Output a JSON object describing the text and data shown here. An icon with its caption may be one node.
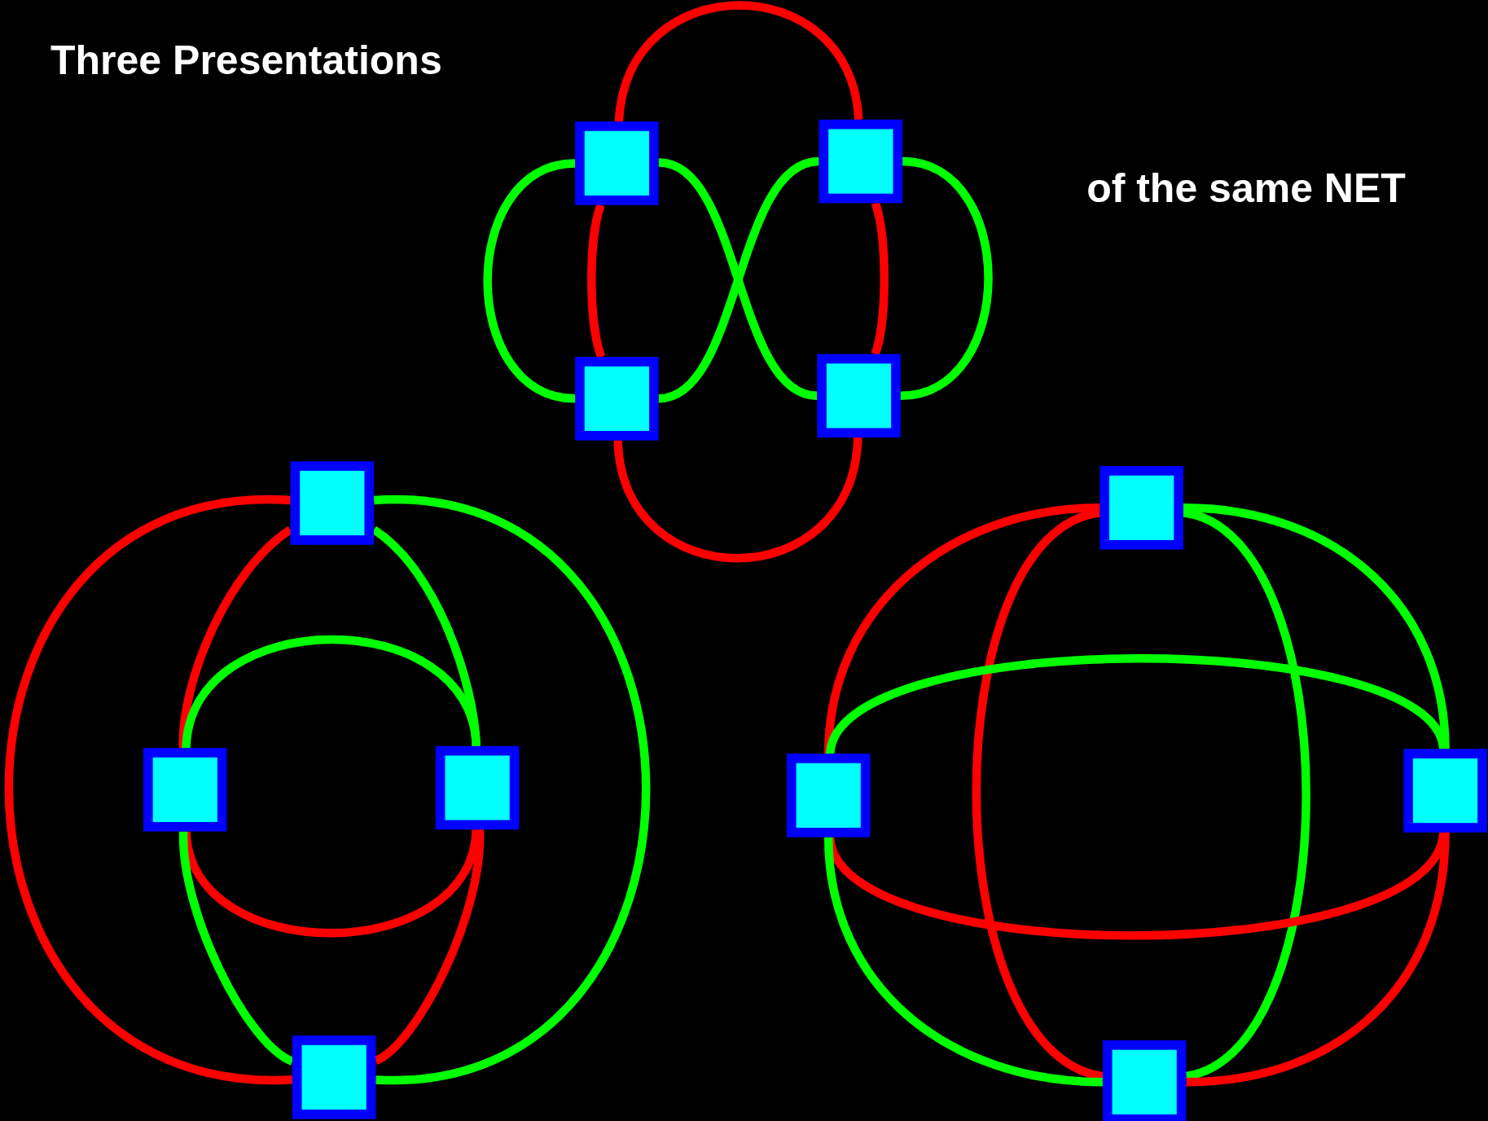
{
  "diagram": {
    "title": "Three Presentations",
    "nodes": [
      {
        "text": [],
        "shape": "box"
      },
      {
        "text": [],
        "shape": "box"
      },
      {
        "text": [],
        "shape": "box"
      },
      {
        "text": [],
        "shape": "box"
      },
      {
        "text": [],
        "shape": "box"
      },
      {
        "text": [],
        "shape": "box"
      },
      {
        "text": [],
        "shape": "box"
      },
      {
        "text": [],
        "shape": "box"
      },
      {
        "text": [],
        "shape": "box"
      },
      {
        "text": [],
        "shape": "box"
      },
      {
        "text": [],
        "shape": "box"
      },
      {
        "text": [],
        "shape": "box"
      }
    ],
    "edges": [
      {
        "from": 0,
        "to": 1,
        "arrow": "none",
        "color": "#ff0000"
      },
      {
        "from": 2,
        "to": 3,
        "arrow": "none",
        "color": "#ff0000"
      },
      {
        "from": 0,
        "to": 2,
        "arrow": "none",
        "color": "#ff0000"
      },
      {
        "from": 0,
        "to": 2,
        "arrow": "none",
        "color": "#00ff00"
      },
      {
        "from": 1,
        "to": 3,
        "arrow": "none",
        "color": "#ff0000"
      },
      {
        "from": 1,
        "to": 3,
        "arrow": "none",
        "color": "#00ff00"
      },
      {
        "from": 0,
        "to": 3,
        "arrow": "none",
        "color": "#00ff00"
      },
      {
        "from": 1,
        "to": 2,
        "arrow": "none",
        "color": "#00ff00"
      },
      {
        "from": 4,
        "to": 7,
        "arrow": "none",
        "color": "#ff0000"
      },
      {
        "from": 4,
        "to": 7,
        "arrow": "none",
        "color": "#00ff00"
      },
      {
        "from": 4,
        "to": 5,
        "arrow": "none",
        "color": "#ff0000"
      },
      {
        "from": 4,
        "to": 6,
        "arrow": "none",
        "color": "#00ff00"
      },
      {
        "from": 5,
        "to": 6,
        "arrow": "none",
        "color": "#00ff00"
      },
      {
        "from": 5,
        "to": 6,
        "arrow": "none",
        "color": "#ff0000"
      },
      {
        "from": 5,
        "to": 7,
        "arrow": "none",
        "color": "#00ff00"
      },
      {
        "from": 6,
        "to": 7,
        "arrow": "none",
        "color": "#ff0000"
      },
      {
        "from": 8,
        "to": 9,
        "arrow": "none",
        "color": "#ff0000"
      },
      {
        "from": 8,
        "to": 10,
        "arrow": "none",
        "color": "#00ff00"
      },
      {
        "from": 8,
        "to": 11,
        "arrow": "none",
        "color": "#ff0000"
      },
      {
        "from": 8,
        "to": 11,
        "arrow": "none",
        "color": "#00ff00"
      },
      {
        "from": 9,
        "to": 10,
        "arrow": "none",
        "color": "#00ff00"
      },
      {
        "from": 9,
        "to": 10,
        "arrow": "none",
        "color": "#ff0000"
      },
      {
        "from": 9,
        "to": 11,
        "arrow": "none",
        "color": "#00ff00"
      },
      {
        "from": 11,
        "to": 10,
        "arrow": "none",
        "color": "#ff0000"
      }
    ],
    "labels": [
      "of the same NET"
    ]
  }
}
